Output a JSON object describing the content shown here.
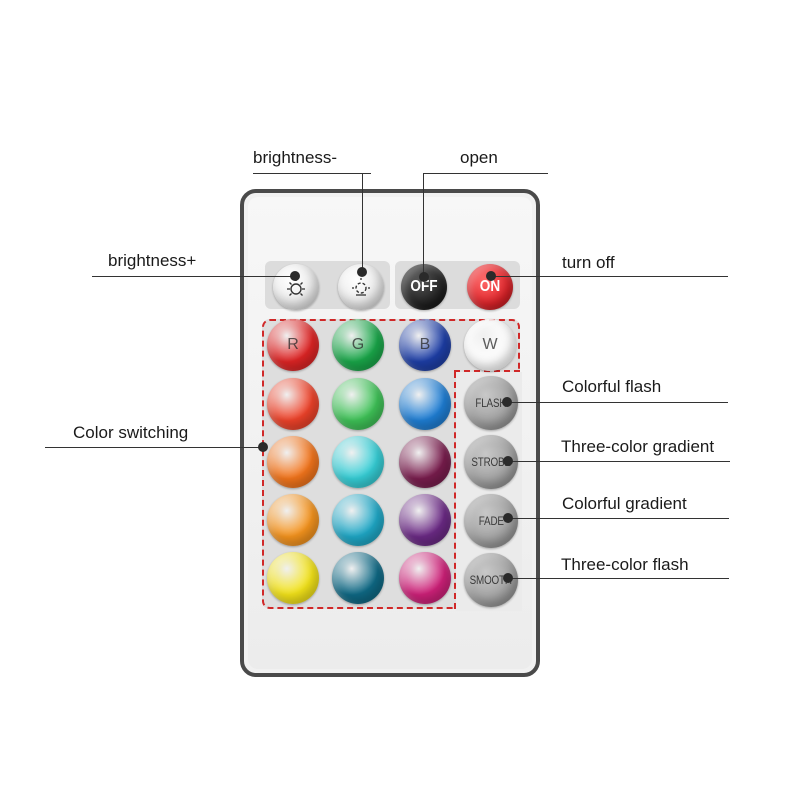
{
  "annotations": {
    "brightness_minus": "brightness-",
    "open": "open",
    "brightness_plus": "brightness+",
    "turn_off": "turn off",
    "color_switching": "Color switching",
    "colorful_flash": "Colorful flash",
    "three_color_gradient": "Three-color gradient",
    "colorful_gradient": "Colorful gradient",
    "three_color_flash": "Three-color flash"
  },
  "top_buttons": {
    "brightness_up_icon": "sun-icon",
    "brightness_down_icon": "dim-sun-icon",
    "off_label": "OFF",
    "on_label": "ON",
    "off_color": "#1e1e1e",
    "on_color": "#e0242a"
  },
  "color_buttons": [
    {
      "label": "R",
      "color": "#e02525"
    },
    {
      "label": "G",
      "color": "#1aa84a"
    },
    {
      "label": "B",
      "color": "#1e3fa8"
    },
    {
      "label": "W",
      "color": "#ffffff"
    },
    {
      "label": "",
      "color": "#f0432a"
    },
    {
      "label": "",
      "color": "#3fc458"
    },
    {
      "label": "",
      "color": "#1f7fd6"
    },
    {
      "label": "",
      "color": "#f5761c"
    },
    {
      "label": "",
      "color": "#36d0d8"
    },
    {
      "label": "",
      "color": "#7a1d4e"
    },
    {
      "label": "",
      "color": "#f7951e"
    },
    {
      "label": "",
      "color": "#1fa9c8"
    },
    {
      "label": "",
      "color": "#6c2a86"
    },
    {
      "label": "",
      "color": "#f5e51a"
    },
    {
      "label": "",
      "color": "#0f6a86"
    },
    {
      "label": "",
      "color": "#d0217a"
    }
  ],
  "mode_buttons": {
    "flash": "FLASH",
    "strobe": "STROBE",
    "fade": "FADE",
    "smooth": "SMOOTH"
  },
  "accent": {
    "dashed_region": "#d02828",
    "remote_frame": "#4a4a4a"
  }
}
